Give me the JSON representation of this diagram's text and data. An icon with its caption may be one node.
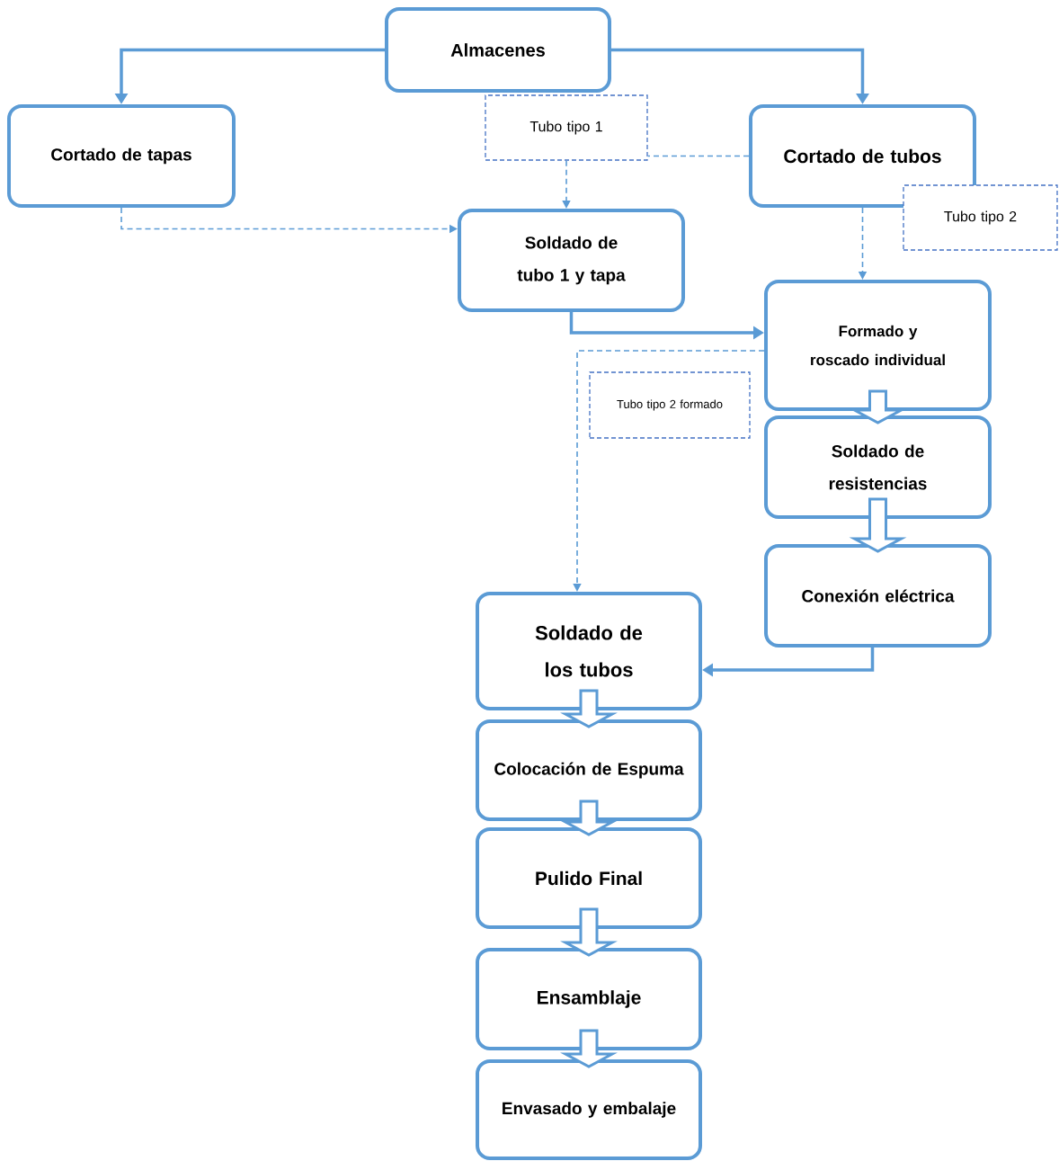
{
  "diagram": {
    "nodes": [
      {
        "text": [
          "Almacenes"
        ]
      },
      {
        "text": [
          "Cortado de tapas"
        ]
      },
      {
        "text": [
          "Tubo tipo 1"
        ]
      },
      {
        "text": [
          "Cortado de tubos"
        ]
      },
      {
        "text": [
          "Tubo tipo 2"
        ]
      },
      {
        "text": [
          "Soldado de tubo 1 y tapa"
        ]
      },
      {
        "text": [
          "Formado y roscado individual"
        ]
      },
      {
        "text": [
          "Tubo tipo 2 formado"
        ]
      },
      {
        "text": [
          "Soldado de resistencias"
        ]
      },
      {
        "text": [
          "Conexión eléctrica"
        ]
      },
      {
        "text": [
          "Soldado de los tubos"
        ]
      },
      {
        "text": [
          "Colocación de Espuma"
        ]
      },
      {
        "text": [
          "Pulido Final"
        ]
      },
      {
        "text": [
          "Ensamblaje"
        ]
      },
      {
        "text": [
          "Envasado y embalaje"
        ]
      }
    ],
    "edges": [
      {
        "from": 0,
        "to": 1,
        "arrow": "to"
      },
      {
        "from": 0,
        "to": 3,
        "arrow": "to"
      },
      {
        "from": 1,
        "to": 5,
        "arrow": "to",
        "style": "dashed"
      },
      {
        "from": 2,
        "to": 5,
        "arrow": "to",
        "style": "dashed"
      },
      {
        "from": 3,
        "to": 2,
        "arrow": "none",
        "style": "dashed"
      },
      {
        "from": 3,
        "to": 6,
        "arrow": "to",
        "style": "dashed"
      },
      {
        "from": 5,
        "to": 6,
        "arrow": "to"
      },
      {
        "from": 6,
        "to": 10,
        "arrow": "to",
        "style": "dashed"
      },
      {
        "from": 6,
        "to": 8,
        "arrow": "to"
      },
      {
        "from": 8,
        "to": 9,
        "arrow": "to"
      },
      {
        "from": 9,
        "to": 10,
        "arrow": "to"
      },
      {
        "from": 10,
        "to": 11,
        "arrow": "to"
      },
      {
        "from": 11,
        "to": 12,
        "arrow": "to"
      },
      {
        "from": 12,
        "to": 13,
        "arrow": "to"
      },
      {
        "from": 13,
        "to": 14,
        "arrow": "to"
      }
    ]
  }
}
